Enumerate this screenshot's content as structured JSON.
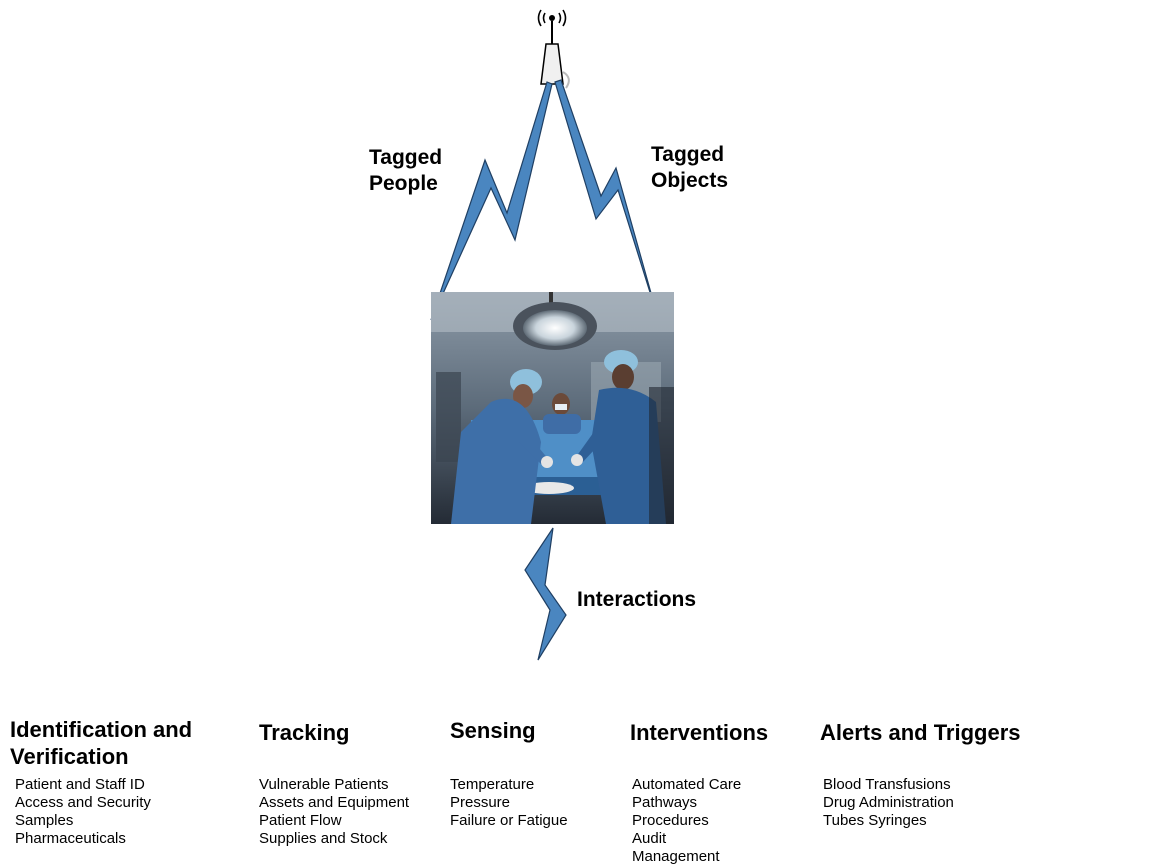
{
  "labels": {
    "tagged_people": [
      "Tagged",
      "People"
    ],
    "tagged_objects": [
      "Tagged",
      "Objects"
    ],
    "interactions": "Interactions"
  },
  "icons": {
    "tower": "radio-tower-icon",
    "photo": "surgery-photo"
  },
  "colors": {
    "bolt_fill": "#4a86c0",
    "bolt_stroke": "#1f3f63"
  },
  "categories": [
    {
      "title": [
        "Identification and",
        "Verification"
      ],
      "items": [
        "Patient and Staff ID",
        "Access and Security",
        "Samples",
        "Pharmaceuticals"
      ]
    },
    {
      "title": [
        "Tracking"
      ],
      "items": [
        "Vulnerable Patients",
        "Assets and Equipment",
        "Patient Flow",
        "Supplies and Stock"
      ]
    },
    {
      "title": [
        "Sensing"
      ],
      "items": [
        "Temperature",
        "Pressure",
        "Failure or Fatigue"
      ]
    },
    {
      "title": [
        "Interventions"
      ],
      "items": [
        "Automated Care",
        "Pathways",
        "Procedures",
        "Audit",
        "Management"
      ]
    },
    {
      "title": [
        "Alerts and Triggers"
      ],
      "items": [
        "Blood Transfusions",
        "Drug Administration",
        "Tubes  Syringes"
      ]
    }
  ]
}
